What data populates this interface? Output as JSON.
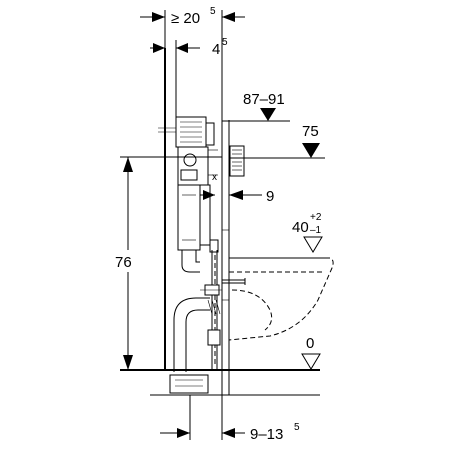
{
  "dimensions": {
    "top_min": {
      "main": "≥ 20",
      "sup": "5"
    },
    "top_offset": {
      "main": "4",
      "sup": "5"
    },
    "height_87_91": "87–91",
    "height_75": "75",
    "depth_9": "9",
    "height_40": {
      "main": "40",
      "sup_plus": "+2",
      "sub_minus": "–1"
    },
    "height_76": "76",
    "floor_0": "0",
    "bottom_range": {
      "main": "9–13",
      "sup": "5"
    }
  }
}
